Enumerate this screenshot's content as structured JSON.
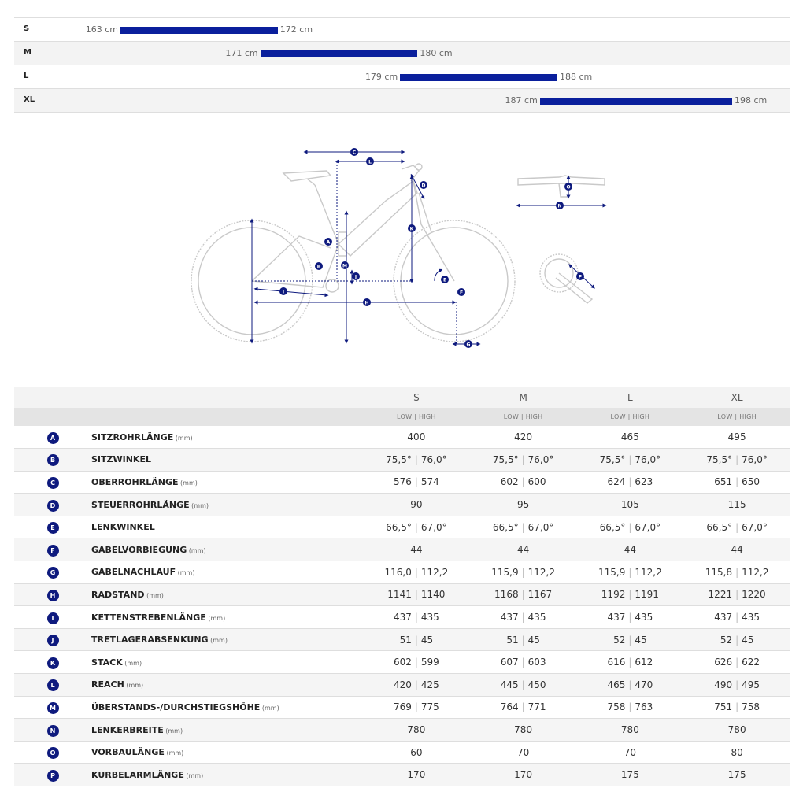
{
  "size_chart": {
    "rows": [
      {
        "size": "S",
        "min": "163 cm",
        "max": "172 cm"
      },
      {
        "size": "M",
        "min": "171 cm",
        "max": "180 cm"
      },
      {
        "size": "L",
        "min": "179 cm",
        "max": "188 cm"
      },
      {
        "size": "XL",
        "min": "187 cm",
        "max": "198 cm"
      }
    ]
  },
  "diagram": {
    "labels": [
      "A",
      "B",
      "C",
      "D",
      "E",
      "F",
      "G",
      "H",
      "I",
      "J",
      "K",
      "L",
      "M",
      "N",
      "O",
      "P"
    ],
    "accent": "#0e1a7e",
    "line_color": "#c9c9c9"
  },
  "table": {
    "sizes": [
      "S",
      "M",
      "L",
      "XL"
    ],
    "sub_header": "LOW | HIGH",
    "rows": [
      {
        "letter": "A",
        "name": "SITZROHRLÄNGE",
        "unit": "(mm)",
        "values": [
          [
            "400"
          ],
          [
            "420"
          ],
          [
            "465"
          ],
          [
            "495"
          ]
        ]
      },
      {
        "letter": "B",
        "name": "SITZWINKEL",
        "unit": "",
        "values": [
          [
            "75,5°",
            "76,0°"
          ],
          [
            "75,5°",
            "76,0°"
          ],
          [
            "75,5°",
            "76,0°"
          ],
          [
            "75,5°",
            "76,0°"
          ]
        ]
      },
      {
        "letter": "C",
        "name": "OBERROHRLÄNGE",
        "unit": "(mm)",
        "values": [
          [
            "576",
            "574"
          ],
          [
            "602",
            "600"
          ],
          [
            "624",
            "623"
          ],
          [
            "651",
            "650"
          ]
        ]
      },
      {
        "letter": "D",
        "name": "STEUERROHRLÄNGE",
        "unit": "(mm)",
        "values": [
          [
            "90"
          ],
          [
            "95"
          ],
          [
            "105"
          ],
          [
            "115"
          ]
        ]
      },
      {
        "letter": "E",
        "name": "LENKWINKEL",
        "unit": "",
        "values": [
          [
            "66,5°",
            "67,0°"
          ],
          [
            "66,5°",
            "67,0°"
          ],
          [
            "66,5°",
            "67,0°"
          ],
          [
            "66,5°",
            "67,0°"
          ]
        ]
      },
      {
        "letter": "F",
        "name": "GABELVORBIEGUNG",
        "unit": "(mm)",
        "values": [
          [
            "44"
          ],
          [
            "44"
          ],
          [
            "44"
          ],
          [
            "44"
          ]
        ]
      },
      {
        "letter": "G",
        "name": "GABELNACHLAUF",
        "unit": "(mm)",
        "values": [
          [
            "116,0",
            "112,2"
          ],
          [
            "115,9",
            "112,2"
          ],
          [
            "115,9",
            "112,2"
          ],
          [
            "115,8",
            "112,2"
          ]
        ]
      },
      {
        "letter": "H",
        "name": "RADSTAND",
        "unit": "(mm)",
        "values": [
          [
            "1141",
            "1140"
          ],
          [
            "1168",
            "1167"
          ],
          [
            "1192",
            "1191"
          ],
          [
            "1221",
            "1220"
          ]
        ]
      },
      {
        "letter": "I",
        "name": "KETTENSTREBENLÄNGE",
        "unit": "(mm)",
        "values": [
          [
            "437",
            "435"
          ],
          [
            "437",
            "435"
          ],
          [
            "437",
            "435"
          ],
          [
            "437",
            "435"
          ]
        ]
      },
      {
        "letter": "J",
        "name": "TRETLAGERABSENKUNG",
        "unit": "(mm)",
        "values": [
          [
            "51",
            "45"
          ],
          [
            "51",
            "45"
          ],
          [
            "52",
            "45"
          ],
          [
            "52",
            "45"
          ]
        ]
      },
      {
        "letter": "K",
        "name": "STACK",
        "unit": "(mm)",
        "values": [
          [
            "602",
            "599"
          ],
          [
            "607",
            "603"
          ],
          [
            "616",
            "612"
          ],
          [
            "626",
            "622"
          ]
        ]
      },
      {
        "letter": "L",
        "name": "REACH",
        "unit": "(mm)",
        "values": [
          [
            "420",
            "425"
          ],
          [
            "445",
            "450"
          ],
          [
            "465",
            "470"
          ],
          [
            "490",
            "495"
          ]
        ]
      },
      {
        "letter": "M",
        "name": "ÜBERSTANDS-/DURCHSTIEGSHÖHE",
        "unit": "(mm)",
        "values": [
          [
            "769",
            "775"
          ],
          [
            "764",
            "771"
          ],
          [
            "758",
            "763"
          ],
          [
            "751",
            "758"
          ]
        ]
      },
      {
        "letter": "N",
        "name": "LENKERBREITE",
        "unit": "(mm)",
        "values": [
          [
            "780"
          ],
          [
            "780"
          ],
          [
            "780"
          ],
          [
            "780"
          ]
        ]
      },
      {
        "letter": "O",
        "name": "VORBAULÄNGE",
        "unit": "(mm)",
        "values": [
          [
            "60"
          ],
          [
            "70"
          ],
          [
            "70"
          ],
          [
            "80"
          ]
        ]
      },
      {
        "letter": "P",
        "name": "KURBELARMLÄNGE",
        "unit": "(mm)",
        "values": [
          [
            "170"
          ],
          [
            "170"
          ],
          [
            "175"
          ],
          [
            "175"
          ]
        ]
      }
    ]
  }
}
